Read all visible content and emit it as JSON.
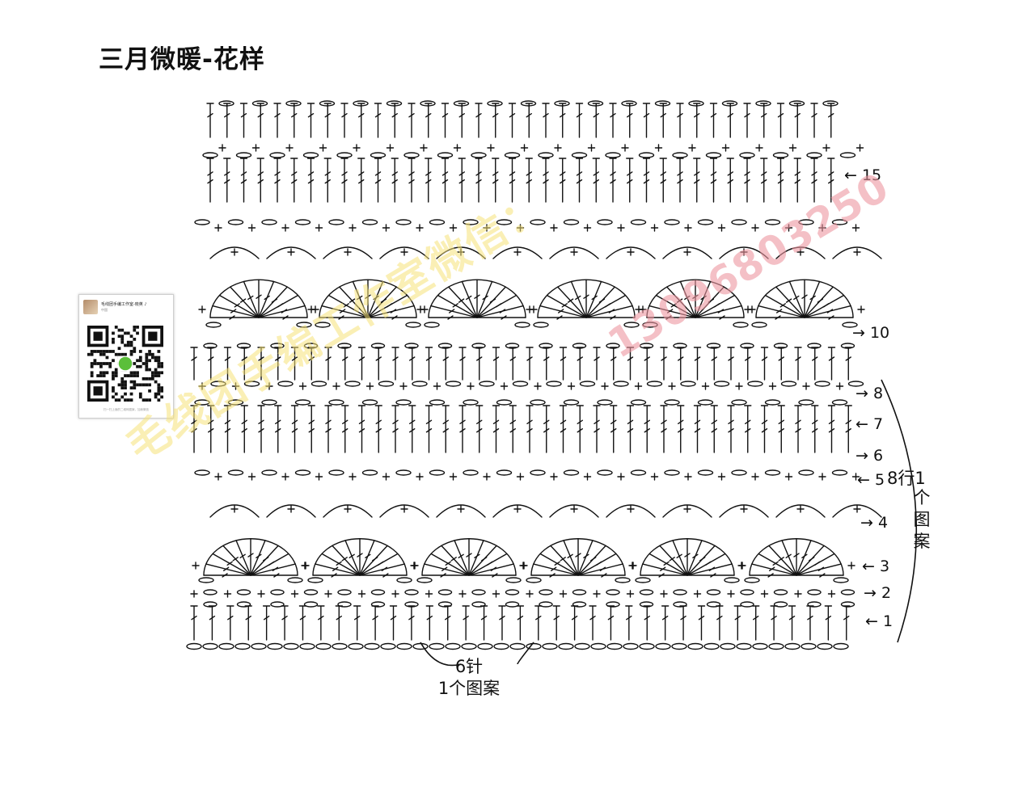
{
  "title": "三月微暖-花样",
  "row_labels": {
    "r15": "← 15",
    "r10": "→ 10",
    "r8": "→ 8",
    "r7": "← 7",
    "r6": "→ 6",
    "r5": "← 5",
    "r4": "→ 4",
    "r3": "← 3",
    "r2": "→ 2",
    "r1": "← 1"
  },
  "repeat_note": {
    "top": "8行1",
    "v1": "个",
    "v2": "图",
    "v3": "案"
  },
  "bottom_note": {
    "line1": "6针",
    "line2": "1个图案"
  },
  "qr_card": {
    "name": "毛线团手编工作室-晓英 ♪",
    "sub": "中国",
    "footer": "扫一扫上面的二维码图案，加我微信"
  },
  "watermarks": {
    "yellow": "毛线团手编工作室微信：",
    "pink": "13096803250"
  },
  "colors": {
    "ink": "#111111",
    "watermark_yellow": "#f5e278",
    "watermark_pink": "#ec96a0"
  }
}
